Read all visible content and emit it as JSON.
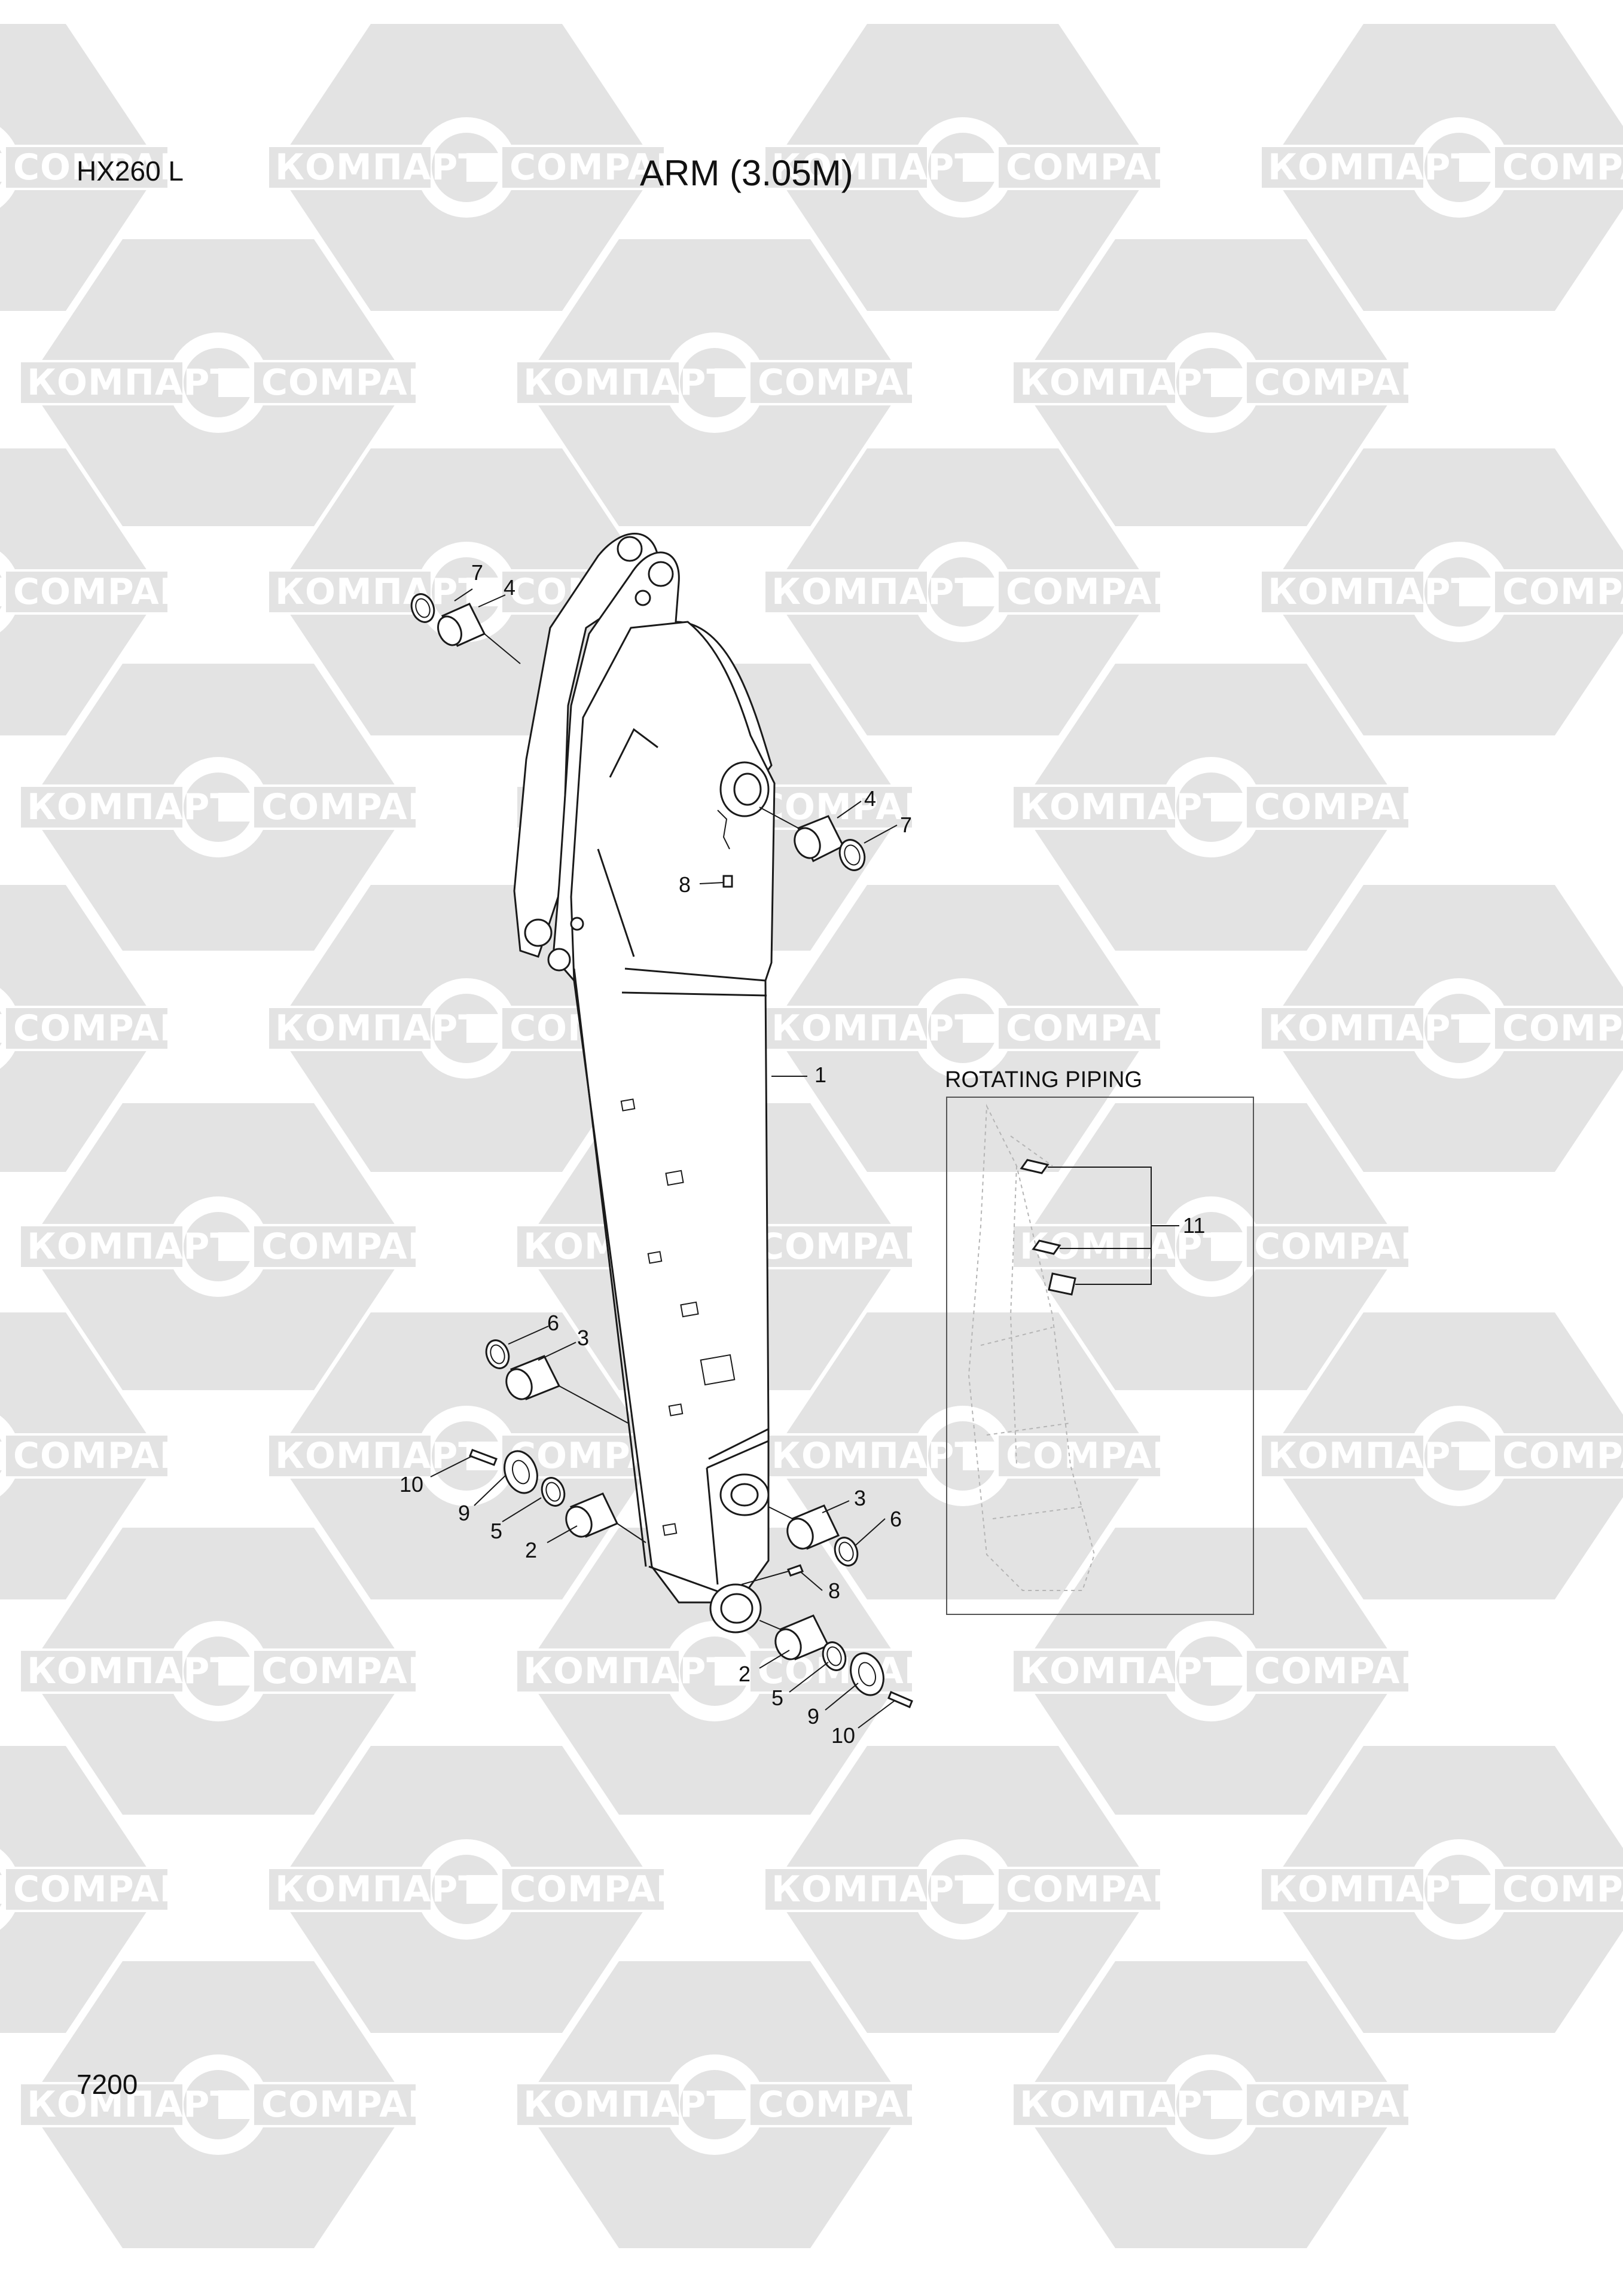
{
  "header": {
    "model": "HX260 L",
    "title": "ARM (3.05M)"
  },
  "footer": {
    "page_number": "7200"
  },
  "inset": {
    "label": "ROTATING PIPING"
  },
  "watermark": {
    "text_ru": "КОМПАРТ",
    "text_en": "COMPART",
    "color": "#e3e3e3"
  },
  "callouts": {
    "c1": "1",
    "c2a": "2",
    "c2b": "2",
    "c3a": "3",
    "c3b": "3",
    "c4a": "4",
    "c4b": "4",
    "c5a": "5",
    "c5b": "5",
    "c6a": "6",
    "c6b": "6",
    "c7a": "7",
    "c7b": "7",
    "c8a": "8",
    "c8b": "8",
    "c9a": "9",
    "c9b": "9",
    "c10a": "10",
    "c10b": "10",
    "c11": "11"
  }
}
